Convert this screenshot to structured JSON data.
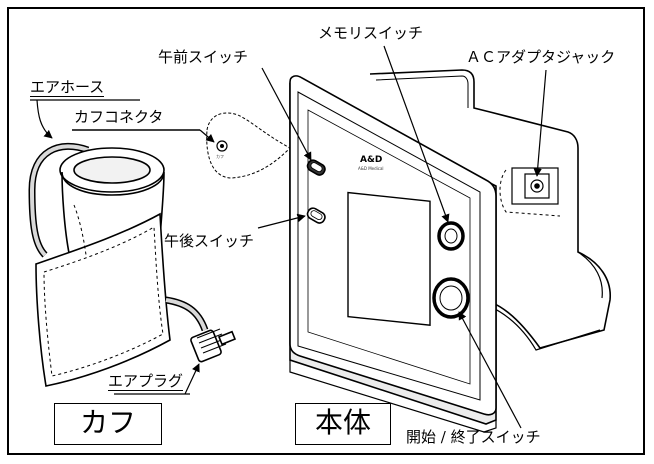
{
  "labels": {
    "air_hose": "エアホース",
    "cuff_connector": "カフコネクタ",
    "am_switch": "午前スイッチ",
    "memory_switch": "メモリスイッチ",
    "ac_adapter_jack": "ＡＣアダプタジャック",
    "pm_switch": "午後スイッチ",
    "air_plug": "エアプラグ",
    "start_stop_switch": "開始 / 終了スイッチ"
  },
  "boxes": {
    "cuff": "カフ",
    "main_unit": "本体"
  },
  "device": {
    "brand": "A&D",
    "brand_sub": "A&D Medical",
    "connector_mark": "カフ"
  }
}
